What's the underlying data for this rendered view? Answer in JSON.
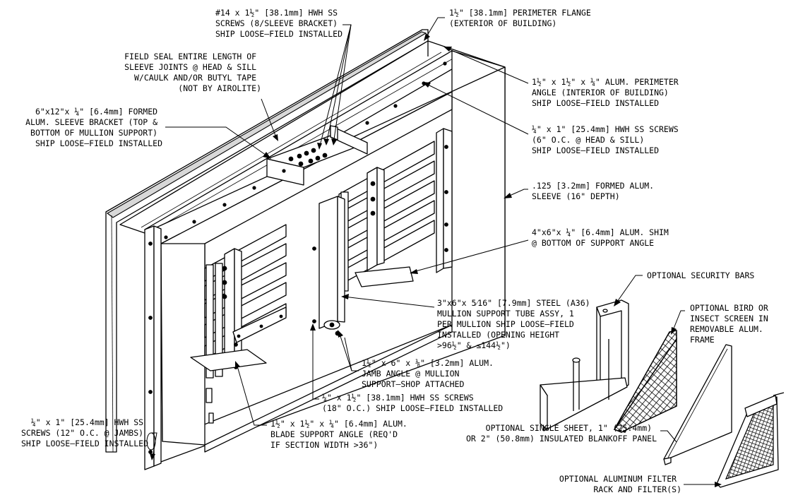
{
  "callouts": [
    {
      "id": "c1",
      "lines": [
        "#14 x 1½\" [38.1mm] HWH SS",
        "SCREWS (8/SLEEVE BRACKET)",
        "SHIP LOOSE–FIELD INSTALLED"
      ]
    },
    {
      "id": "c2",
      "lines": [
        "1½\" [38.1mm] PERIMETER FLANGE",
        "(EXTERIOR OF BUILDING)"
      ]
    },
    {
      "id": "c3",
      "lines": [
        "FIELD SEAL ENTIRE LENGTH OF",
        "SLEEVE JOINTS @ HEAD & SILL",
        "W/CAULK AND/OR BUTYL TAPE",
        "(NOT BY AIROLITE)"
      ]
    },
    {
      "id": "c4",
      "lines": [
        "1½\" x 1½\" x ¼\" ALUM. PERIMETER",
        "ANGLE (INTERIOR OF BUILDING)",
        "SHIP LOOSE–FIELD INSTALLED"
      ]
    },
    {
      "id": "c5",
      "lines": [
        "6\"x12\"x ¼\" [6.4mm] FORMED",
        "ALUM. SLEEVE BRACKET (TOP &",
        "BOTTOM OF MULLION SUPPORT)",
        "SHIP LOOSE–FIELD INSTALLED"
      ]
    },
    {
      "id": "c6",
      "lines": [
        "¼\" x 1\" [25.4mm] HWH SS SCREWS",
        "(6\" O.C. @ HEAD & SILL)",
        "SHIP LOOSE–FIELD INSTALLED"
      ]
    },
    {
      "id": "c7",
      "lines": [
        ".125 [3.2mm] FORMED ALUM.",
        "SLEEVE (16\" DEPTH)"
      ]
    },
    {
      "id": "c8",
      "lines": [
        "4\"x6\"x ¼\" [6.4mm] ALUM. SHIM",
        "@ BOTTOM OF SUPPORT ANGLE"
      ]
    },
    {
      "id": "c9",
      "lines": [
        "OPTIONAL SECURITY BARS"
      ]
    },
    {
      "id": "c10",
      "lines": [
        "3\"x6\"x 5⁄16\" [7.9mm] STEEL (A36)",
        "MULLION SUPPORT TUBE ASSY, 1",
        "PER MULLION SHIP LOOSE–FIELD",
        "INSTALLED (OPENING HEIGHT",
        ">96½\" & ≤144½\")"
      ]
    },
    {
      "id": "c11",
      "lines": [
        "OPTIONAL BIRD OR",
        "INSECT SCREEN IN",
        "REMOVABLE ALUM.",
        "FRAME"
      ]
    },
    {
      "id": "c12",
      "lines": [
        "1½\" x 6\" x ⅛\" [3.2mm] ALUM.",
        "JAMB ANGLE @ MULLION",
        "SUPPORT–SHOP ATTACHED"
      ]
    },
    {
      "id": "c13",
      "lines": [
        "¼\" x 1½\" [38.1mm] HWH SS SCREWS",
        "(18\" O.C.) SHIP LOOSE–FIELD INSTALLED"
      ]
    },
    {
      "id": "c14",
      "lines": [
        "¼\" x 1\" [25.4mm] HWH SS",
        "SCREWS (12\" O.C. @ JAMBS)",
        "SHIP LOOSE–FIELD INSTALLED"
      ]
    },
    {
      "id": "c15",
      "lines": [
        "1½\" x 1½\" x ¼\" [6.4mm] ALUM.",
        "BLADE SUPPORT ANGLE (REQ'D",
        "IF SECTION WIDTH >36\")"
      ]
    },
    {
      "id": "c16",
      "lines": [
        "OPTIONAL SINGLE SHEET, 1\" (25.4mm)",
        "OR 2\" (50.8mm) INSULATED BLANKOFF PANEL"
      ]
    },
    {
      "id": "c17",
      "lines": [
        "OPTIONAL ALUMINUM FILTER",
        "RACK AND FILTER(S)"
      ]
    }
  ]
}
